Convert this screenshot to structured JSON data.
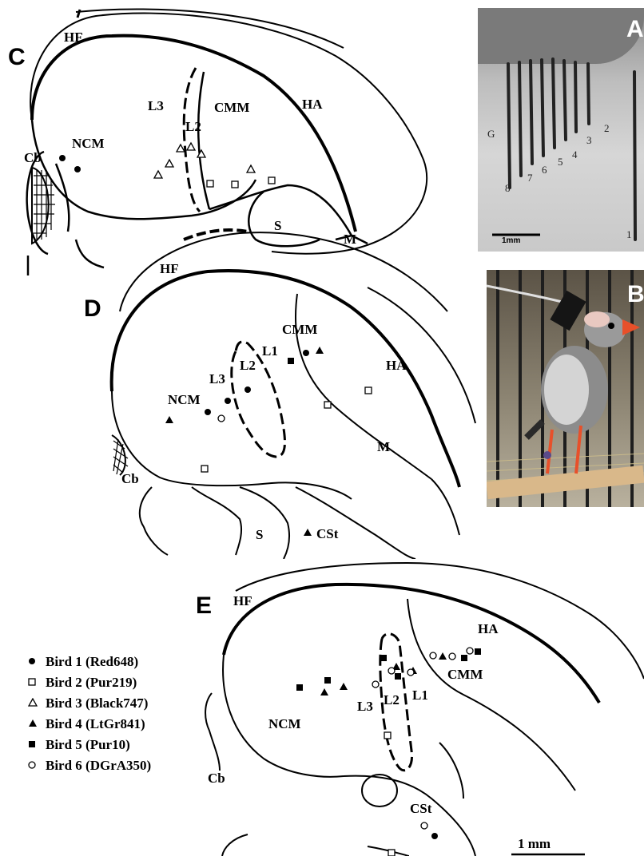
{
  "panels": {
    "a": "A",
    "b": "B",
    "c": "C",
    "d": "D",
    "e": "E"
  },
  "regions": {
    "hf": "HF",
    "ncm": "NCM",
    "cmm": "CMM",
    "ha": "HA",
    "l1": "L1",
    "l2": "L2",
    "l3": "L3",
    "cb": "Cb",
    "s": "S",
    "m": "M",
    "cst": "CSt"
  },
  "photo_a": {
    "electrode_labels": [
      "G",
      "8",
      "7",
      "6",
      "5",
      "4",
      "3",
      "2",
      "1"
    ],
    "scale_label": "1mm"
  },
  "scale_bar_e": "1 mm",
  "legend": [
    {
      "symbol": "filled-circle",
      "label": "Bird 1 (Red648)"
    },
    {
      "symbol": "open-square",
      "label": "Bird 2 (Pur219)"
    },
    {
      "symbol": "open-triangle",
      "label": "Bird 3 (Black747)"
    },
    {
      "symbol": "filled-triangle",
      "label": "Bird 4 (LtGr841)"
    },
    {
      "symbol": "filled-square",
      "label": "Bird 5 (Pur10)"
    },
    {
      "symbol": "open-circle",
      "label": "Bird 6 (DGrA350)"
    }
  ],
  "colors": {
    "ink": "#000000",
    "bird_beak": "#e8502a",
    "photo_bg": "#9a9a9a"
  }
}
